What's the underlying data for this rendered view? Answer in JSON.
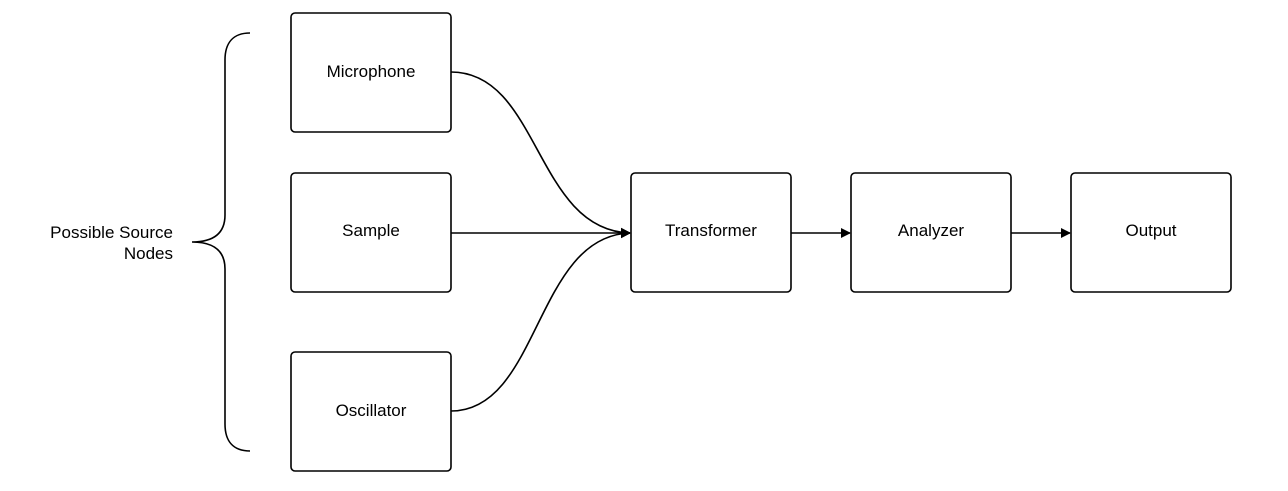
{
  "group": {
    "label_line1": "Possible Source",
    "label_line2": "Nodes"
  },
  "nodes": {
    "microphone": "Microphone",
    "sample": "Sample",
    "oscillator": "Oscillator",
    "transformer": "Transformer",
    "analyzer": "Analyzer",
    "output": "Output"
  },
  "colors": {
    "stroke": "#000000",
    "fill": "#ffffff"
  }
}
